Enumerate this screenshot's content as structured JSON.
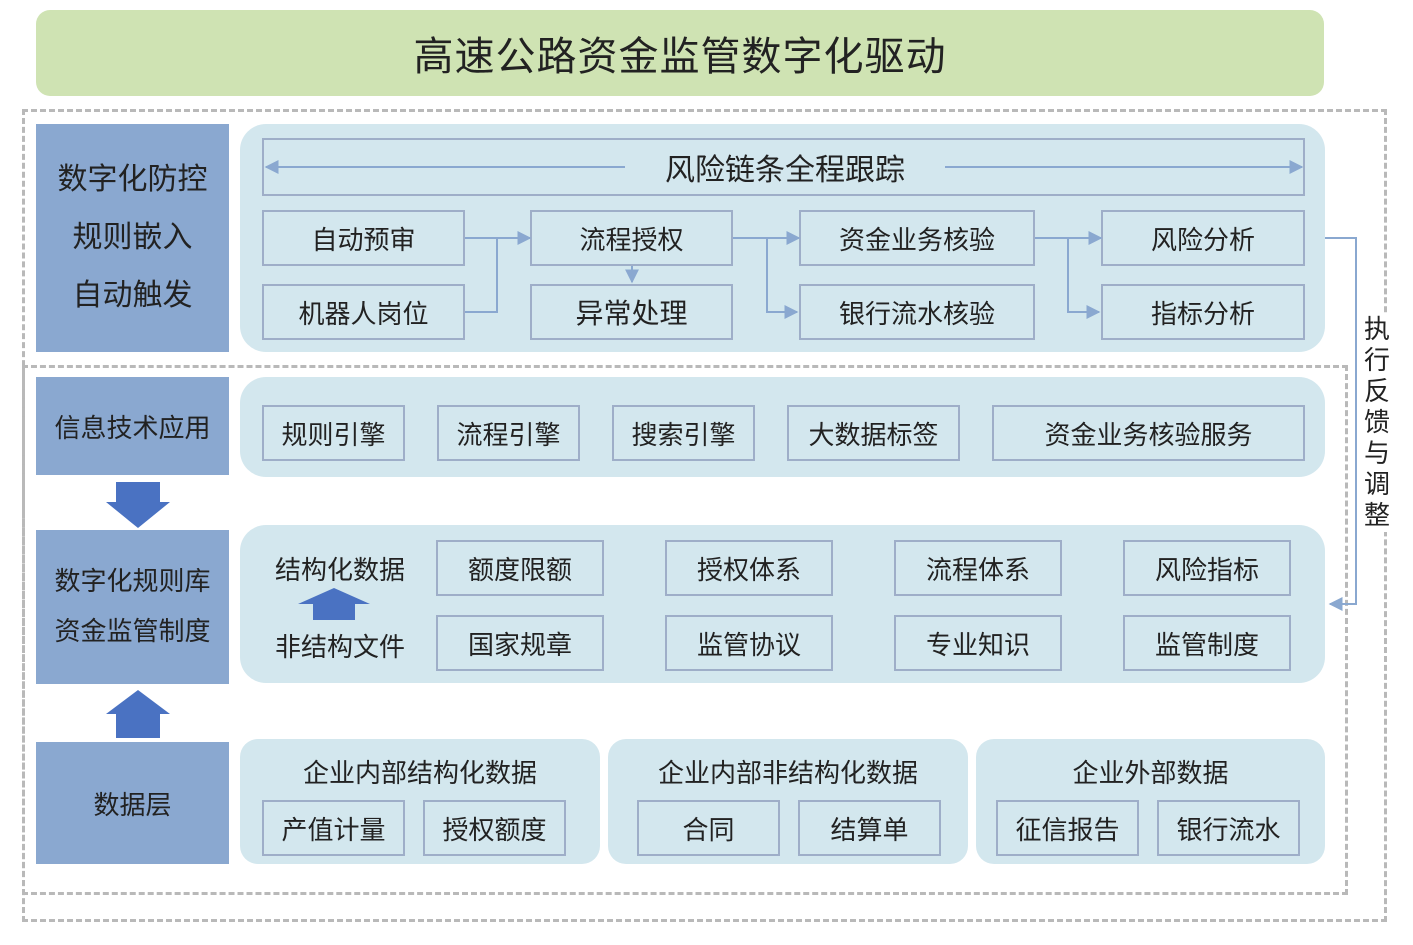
{
  "title": "高速公路资金监管数字化驱动",
  "left_labels": {
    "top": [
      "数字化防控",
      "规则嵌入",
      "自动触发"
    ],
    "info_tech": "信息技术应用",
    "rule_lib": [
      "数字化规则库",
      "资金监管制度"
    ],
    "data_layer": "数据层"
  },
  "risk_chain": {
    "header": "风险链条全程跟踪",
    "auto_pretrial": "自动预审",
    "robot_post": "机器人岗位",
    "process_auth": "流程授权",
    "exception": "异常处理",
    "fund_verify": "资金业务核验",
    "bank_verify": "银行流水核验",
    "risk_analysis": "风险分析",
    "index_analysis": "指标分析"
  },
  "feedback": "执行反馈与调整",
  "tech": [
    "规则引擎",
    "流程引擎",
    "搜索引擎",
    "大数据标签",
    "资金业务核验服务"
  ],
  "rules": {
    "structured": "结构化数据",
    "unstructured": "非结构文件",
    "row1": [
      "额度限额",
      "授权体系",
      "流程体系",
      "风险指标"
    ],
    "row2": [
      "国家规章",
      "监管协议",
      "专业知识",
      "监管制度"
    ]
  },
  "data": [
    {
      "title": "企业内部结构化数据",
      "items": [
        "产值计量",
        "授权额度"
      ]
    },
    {
      "title": "企业内部非结构化数据",
      "items": [
        "合同",
        "结算单"
      ]
    },
    {
      "title": "企业外部数据",
      "items": [
        "征信报告",
        "银行流水"
      ]
    }
  ],
  "colors": {
    "title_bg": "#cfe3b3",
    "label_bg": "#8aa8d0",
    "panel_bg": "#d3e7ee",
    "box_border": "#9eaec8",
    "arrow": "#8aa8d0",
    "big_arrow": "#4a72c2",
    "dashed_border": "#b9b9b9"
  }
}
